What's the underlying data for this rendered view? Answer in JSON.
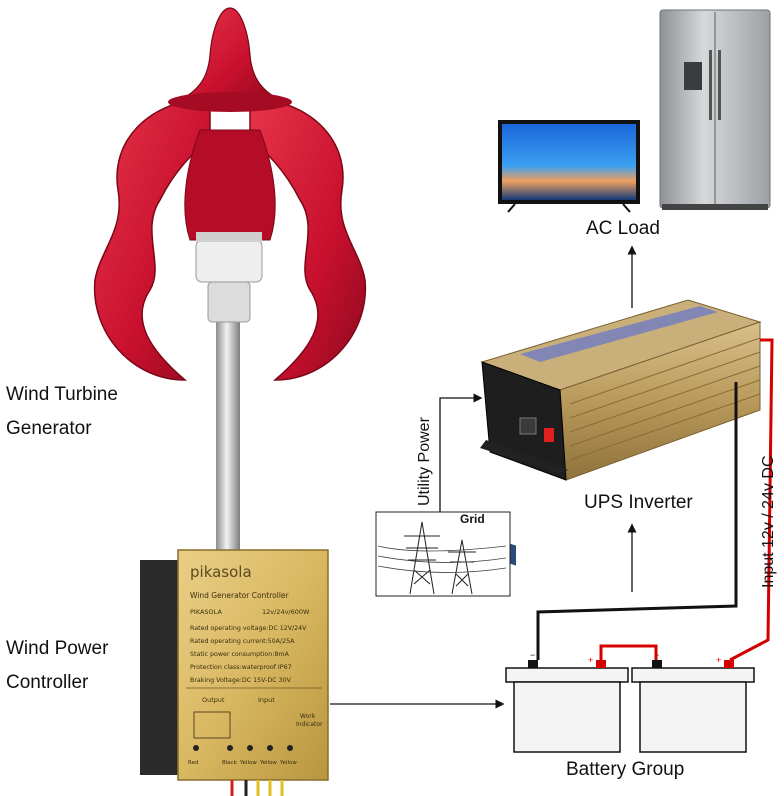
{
  "labels": {
    "wind_turbine_line1": "Wind Turbine",
    "wind_turbine_line2": "Generator",
    "wind_power_line1": "Wind Power",
    "wind_power_line2": "Controller",
    "ac_load": "AC Load",
    "ups_inverter": "UPS Inverter",
    "utility_power": "Utility Power",
    "grid": "Grid",
    "input_dc": "Input 12v / 24v DC",
    "battery_group": "Battery Group"
  },
  "controller": {
    "brand": "pikasola",
    "title": "Wind Generator Controller",
    "model_left": "PIKASOLA",
    "model_right": "12v/24v/600W",
    "specs": [
      "Rated operating voltage:DC 12V/24V",
      "Rated operating current:50A/25A",
      "Static power consumption:8mA",
      "Protection class:waterproof IP67",
      "Braking Voltage:DC 15V-DC 30V"
    ],
    "output_label": "Output",
    "input_label": "Input",
    "work_label": "Work",
    "indicator_label": "Indicator",
    "terminals": [
      "Red",
      "Black",
      "Yellow",
      "Yellow",
      "Yellow"
    ]
  },
  "colors": {
    "turbine_red": "#c8102e",
    "controller_gold": "#d9b862",
    "wire_red": "#d40000",
    "wire_black": "#111111",
    "fridge_silver": "#b5b8bb",
    "tv_blue": "#1a66d9"
  }
}
